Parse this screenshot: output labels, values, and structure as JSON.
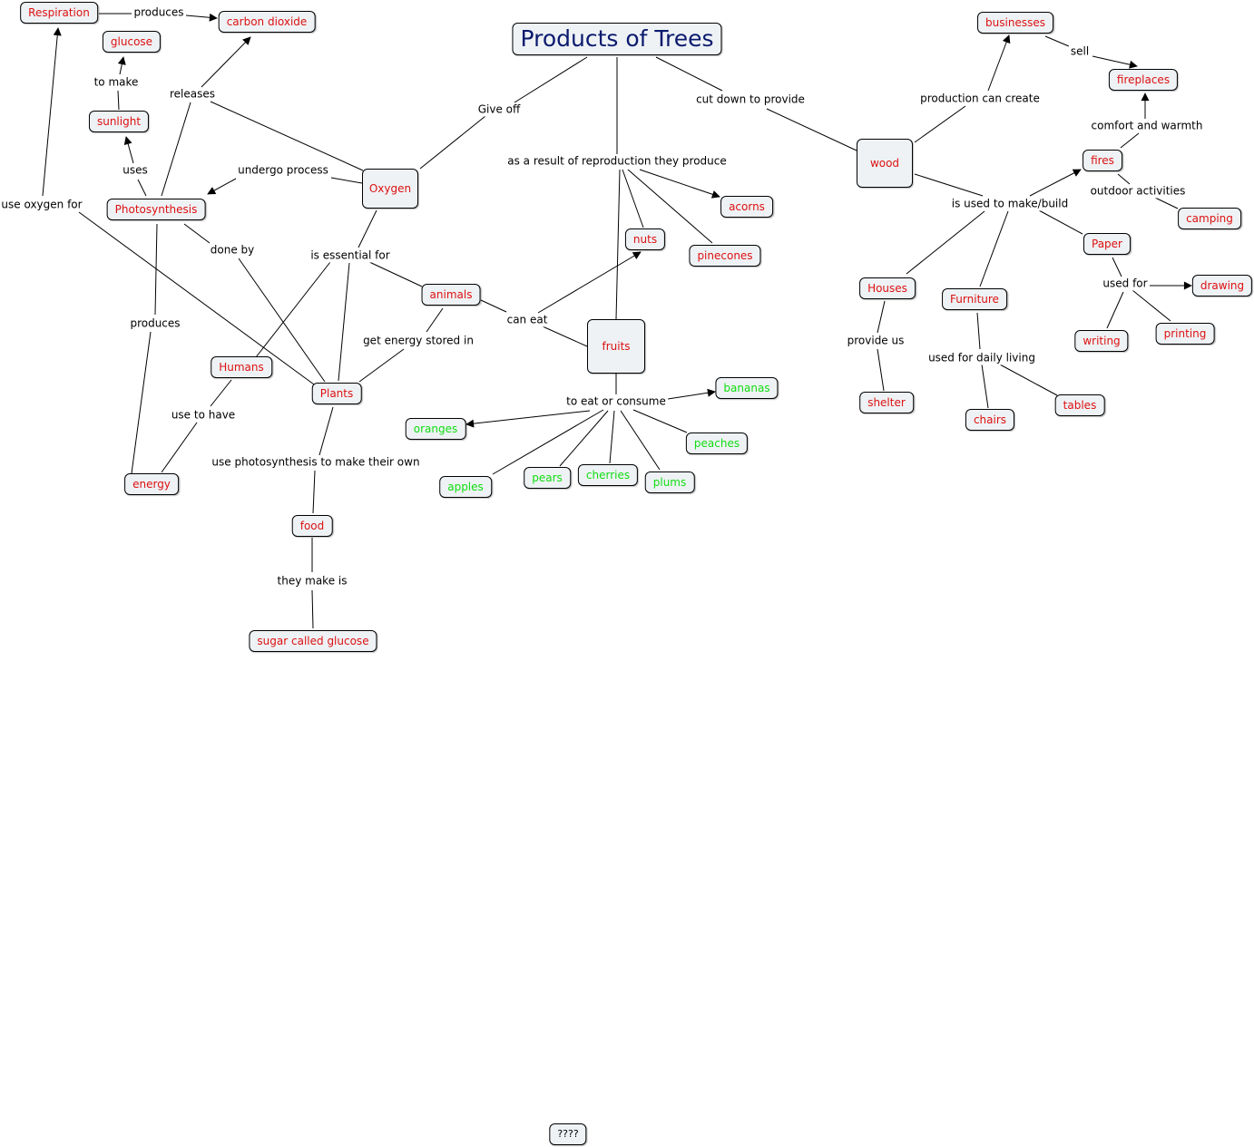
{
  "title": "Products of Trees",
  "concepts": {
    "respiration": "Respiration",
    "carbon_dioxide": "carbon dioxide",
    "glucose": "glucose",
    "sunlight": "sunlight",
    "photosynthesis": "Photosynthesis",
    "oxygen": "Oxygen",
    "animals": "animals",
    "humans": "Humans",
    "plants": "Plants",
    "energy": "energy",
    "food": "food",
    "sugar": "sugar called glucose",
    "nuts": "nuts",
    "acorns": "acorns",
    "pinecones": "pinecones",
    "fruits": "fruits",
    "bananas": "bananas",
    "oranges": "oranges",
    "peaches": "peaches",
    "apples": "apples",
    "pears": "pears",
    "cherries": "cherries",
    "plums": "plums",
    "wood": "wood",
    "businesses": "businesses",
    "fireplaces": "fireplaces",
    "fires": "fires",
    "camping": "camping",
    "paper": "Paper",
    "drawing": "drawing",
    "printing": "printing",
    "writing": "writing",
    "houses": "Houses",
    "shelter": "shelter",
    "furniture": "Furniture",
    "chairs": "chairs",
    "tables": "tables",
    "unknown": "????"
  },
  "links": {
    "produces_co2": "produces",
    "to_make": "to make",
    "releases": "releases",
    "give_off": "Give off",
    "uses": "uses",
    "undergo_process": "undergo process",
    "use_oxygen_for": "use oxygen for",
    "done_by": "done by",
    "is_essential_for": "is essential for",
    "produces_energy": "produces",
    "get_energy": "get energy stored in",
    "can_eat": "can eat",
    "use_to_have": "use to have",
    "use_photosynthesis": "use photosynthesis to make their own",
    "they_make_is": "they make is",
    "reproduction": "as a result of reproduction they produce",
    "to_eat": "to eat or consume",
    "cut_down": "cut down to provide",
    "production": "production can create",
    "sell": "sell",
    "comfort": "comfort and warmth",
    "outdoor": "outdoor activities",
    "used_to_make": "is used to make/build",
    "used_for": "used for",
    "provide_us": "provide us",
    "daily_living": "used for daily living"
  },
  "colors": {
    "concept_text": "#dd1111",
    "fruit_text": "#11dd11",
    "title_text": "#0b1a6e",
    "node_fill": "#eef2f5",
    "line": "#000000"
  }
}
